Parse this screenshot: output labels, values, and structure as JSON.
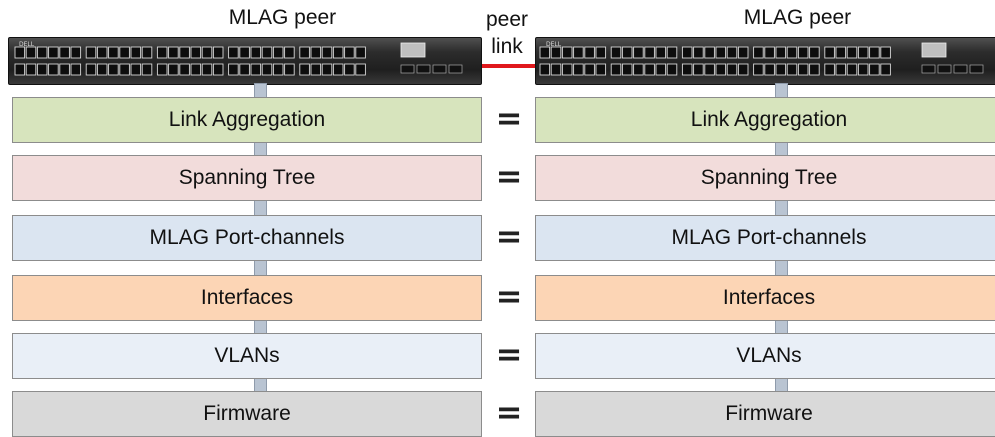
{
  "left_title": "MLAG peer",
  "right_title": "MLAG peer",
  "peer_link": {
    "line1": "peer",
    "line2": "link",
    "color": "#e0181c"
  },
  "switch_logo": "DELL",
  "equal_sign": "=",
  "rows": [
    {
      "label": "Link Aggregation",
      "color": "#d7e4bd"
    },
    {
      "label": "Spanning Tree",
      "color": "#f2dcdb"
    },
    {
      "label": "MLAG Port-channels",
      "color": "#dbe5f1"
    },
    {
      "label": "Interfaces",
      "color": "#fcd5b5"
    },
    {
      "label": "VLANs",
      "color": "#e9eff7"
    },
    {
      "label": "Firmware",
      "color": "#d9d9d9"
    }
  ]
}
